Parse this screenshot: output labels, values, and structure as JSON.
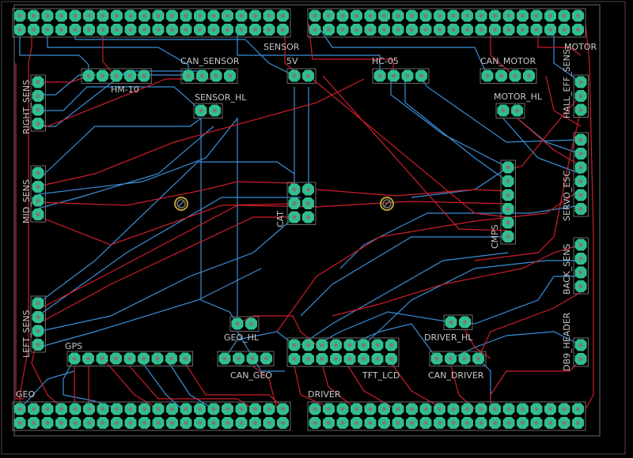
{
  "board": {
    "colors": {
      "background": "#000000",
      "frame": "#4a4a4a",
      "board_outline": "#6a6a6a",
      "pad": "#2fbf8f",
      "pad_hole": "#7a7a7a",
      "trace_top": "#cc1e2a",
      "trace_bottom": "#3a8fd8",
      "silkscreen": "#c8c8c8"
    },
    "labels": {
      "hm10": "HM-10",
      "can_sensor": "CAN_SENSOR",
      "sensor": "SENSOR",
      "v5": "5V",
      "hc05": "HC-05",
      "can_motor": "CAN_MOTOR",
      "motor": "MOTOR",
      "right_sens": "RIGHT_SENS",
      "sensor_hl": "SENSOR_HL",
      "motor_hl": "MOTOR_HL",
      "hall_eff_sens": "HALL_EFF_SENS",
      "servo_esc": "SERVO_ESC",
      "mid_sens": "MID_SENS",
      "cat": "CAT",
      "cmps": "CMPS",
      "back_sens": "BACK_SENS",
      "left_sens": "LEFT_SENS",
      "geo_hl": "GEO_HL",
      "driver_hl": "DRIVER_HL",
      "db9_header": "DB9_HEADER",
      "gps": "GPS",
      "can_geo": "CAN_GEO",
      "tft_lcd": "TFT_LCD",
      "can_driver": "CAN_DRIVER",
      "geo": "GEO",
      "driver": "DRIVER"
    }
  }
}
